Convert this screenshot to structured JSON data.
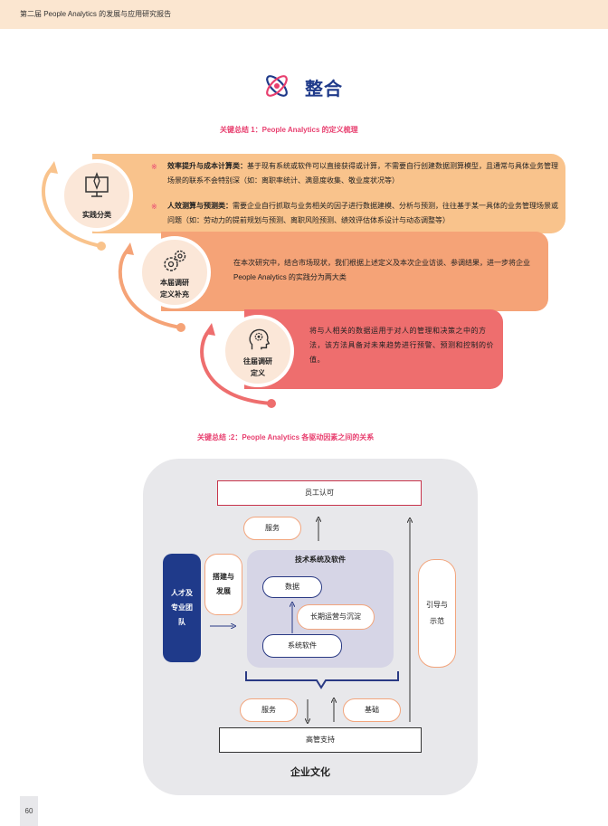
{
  "header": {
    "title": "第二届 People Analytics 的发展与应用研究报告"
  },
  "section": {
    "title": "整合",
    "icon": "atom-icon"
  },
  "summary1": {
    "label": "关键总结 1：People Analytics 的定义梳理",
    "bands": [
      {
        "circle_label": "实践分类",
        "icon": "rocket-monitor-icon",
        "items": [
          {
            "bullet": "※",
            "strong": "效率提升与成本计算类：",
            "text": "基于现有系统或软件可以直接获得或计算，不需要自行创建数据测算模型，且通常与具体业务管理场景的联系不会特别深（如：离职率统计、满意度收集、敬业度状况等）"
          },
          {
            "bullet": "※",
            "strong": "人效测算与预测类：",
            "text": "需要企业自行抓取与业务相关的因子进行数据建模、分析与预测，往往基于某一具体的业务管理场景或问题（如：劳动力的提前规划与预测、离职风险预测、绩效评估体系设计与动态调整等）"
          }
        ]
      },
      {
        "circle_label_line1": "本届调研",
        "circle_label_line2": "定义补充",
        "icon": "gears-icon",
        "text": "在本次研究中，结合市场现状，我们根据上述定义及本次企业访谈、参调结果，进一步将企业 People Analytics 的实践分为两大类"
      },
      {
        "circle_label_line1": "往届调研",
        "circle_label_line2": "定义",
        "icon": "head-gear-icon",
        "text": "将与人相关的数据运用于对人的管理和决策之中的方法，该方法具备对未来趋势进行预警、预测和控制的价值。"
      }
    ]
  },
  "summary2": {
    "label": "关键总结 :2：People Analytics 各驱动因素之间的关系",
    "diagram": {
      "employee_recognition": "员工认可",
      "service_top": "服务",
      "build_develop_1": "搭建与",
      "build_develop_2": "发展",
      "tech_title": "技术系统及软件",
      "data": "数据",
      "long_term": "长期运营与沉淀",
      "system_software": "系统软件",
      "talent_1": "人才及",
      "talent_2": "专业团",
      "talent_3": "队",
      "guide_1": "引导与",
      "guide_2": "示范",
      "service_bottom": "服务",
      "foundation": "基础",
      "exec_support": "高管支持",
      "culture": "企业文化"
    }
  },
  "page_number": "60",
  "colors": {
    "header_bg": "#fbe6d0",
    "band1": "#f9c38c",
    "band2": "#f5a377",
    "band3": "#ee6e6e",
    "accent_pink": "#e83f6f",
    "navy": "#1f3a8a"
  }
}
